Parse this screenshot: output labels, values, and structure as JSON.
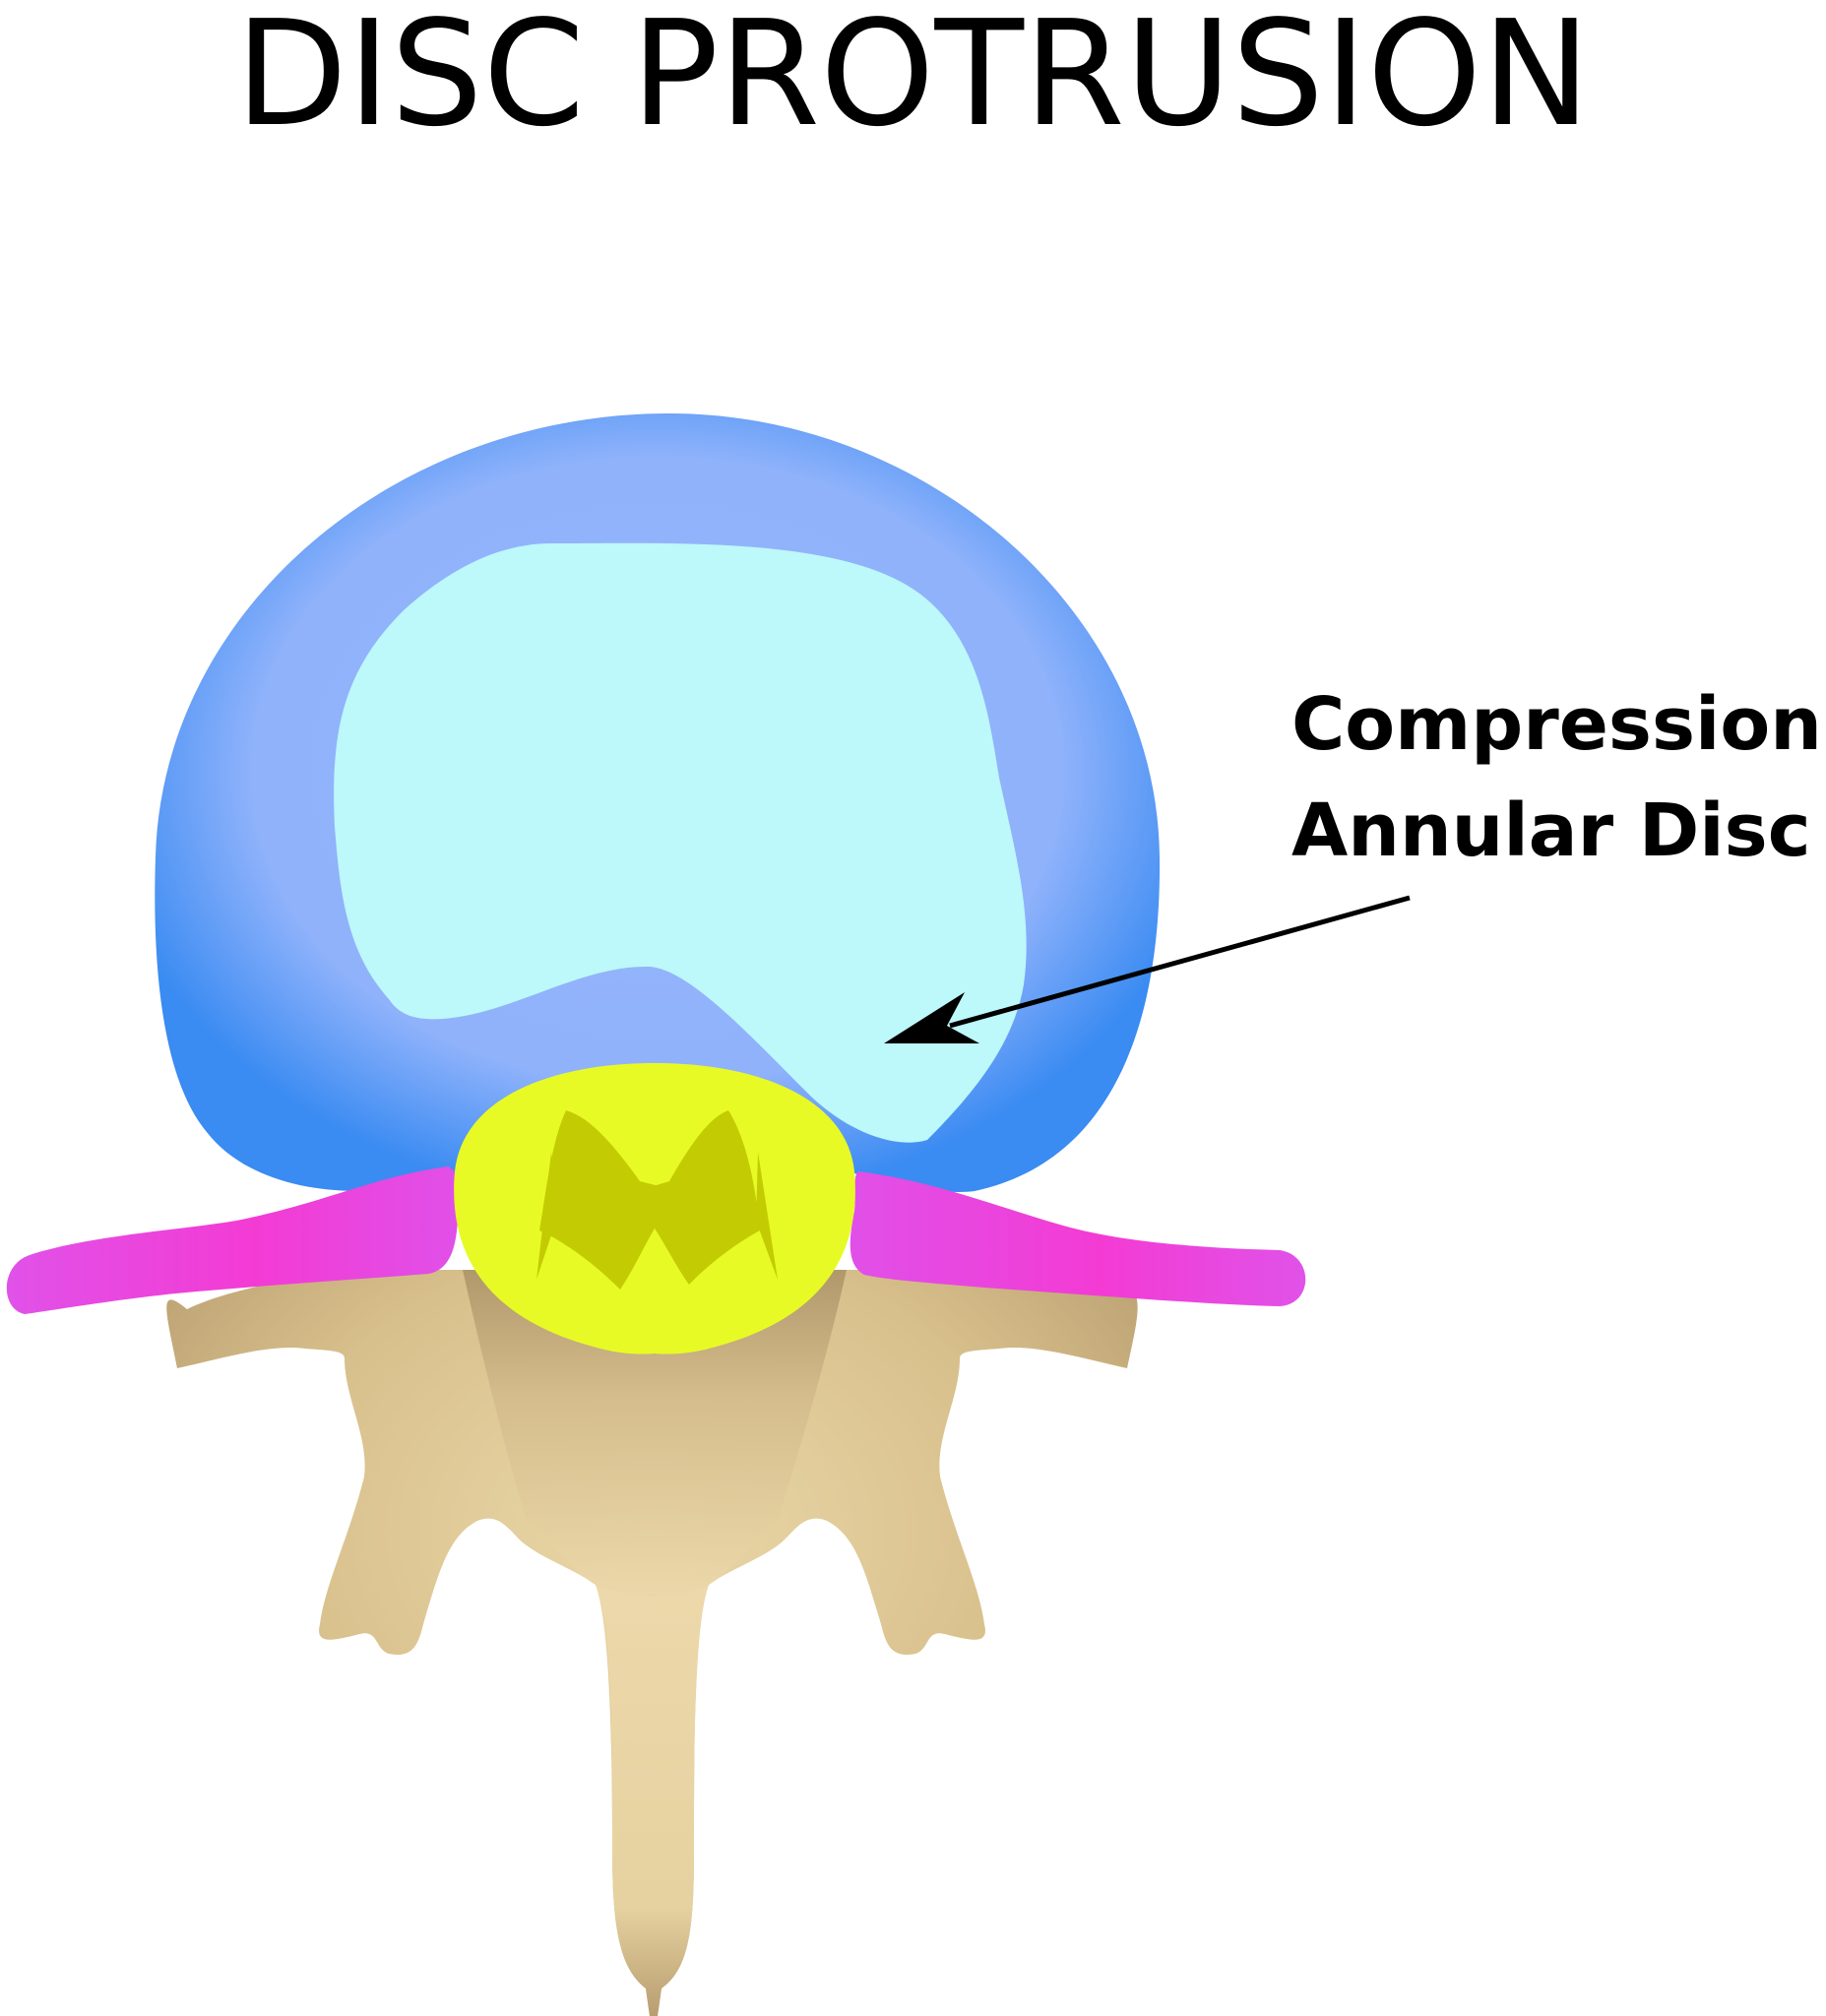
{
  "title": "DISC PROTRUSION",
  "annotation": {
    "line1": "Compression",
    "line2": "Annular Disc"
  },
  "colors": {
    "annulus_edge": "#3a8bf2",
    "annulus_inner": "#98b6fb",
    "nucleus": "#bdf8fa",
    "spinal_cord": "#e8fa26",
    "spinal_cord_core": "#c3cc02",
    "nerve_root": "#f040d8",
    "vertebra_light": "#ecd8aa",
    "vertebra_dark": "#b2976a",
    "arrow": "#000000"
  }
}
